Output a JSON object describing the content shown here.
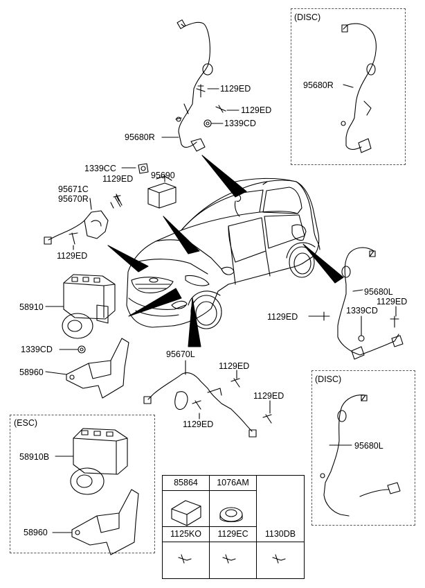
{
  "callouts": {
    "c_95680R_top": "95680R",
    "c_1129ED_a": "1129ED",
    "c_1129ED_b": "1129ED",
    "c_1339CD_a": "1339CD",
    "c_1339CC": "1339CC",
    "c_95690": "95690",
    "c_95671C": "95671C",
    "c_95670R": "95670R",
    "c_1129ED_c": "1129ED",
    "c_1129ED_d": "1129ED",
    "c_58910": "58910",
    "c_1339CD_b": "1339CD",
    "c_58960": "58960",
    "c_95670L": "95670L",
    "c_1129ED_e": "1129ED",
    "c_1129ED_f": "1129ED",
    "c_1129ED_g": "1129ED",
    "c_95680L": "95680L",
    "c_1339CD_c": "1339CD",
    "c_1129ED_h": "1129ED",
    "c_1129ED_i": "1129ED",
    "c_58910B": "58910B",
    "c_58960_esc": "58960"
  },
  "boxes": {
    "disc_top": {
      "title": "(DISC)",
      "part": "95680R"
    },
    "disc_bottom": {
      "title": "(DISC)",
      "part": "95680L"
    },
    "esc": {
      "title": "(ESC)"
    }
  },
  "legend": {
    "row1": [
      "85864",
      "1076AM"
    ],
    "row2": [
      "1125KO",
      "1129EC",
      "1130DB"
    ]
  }
}
